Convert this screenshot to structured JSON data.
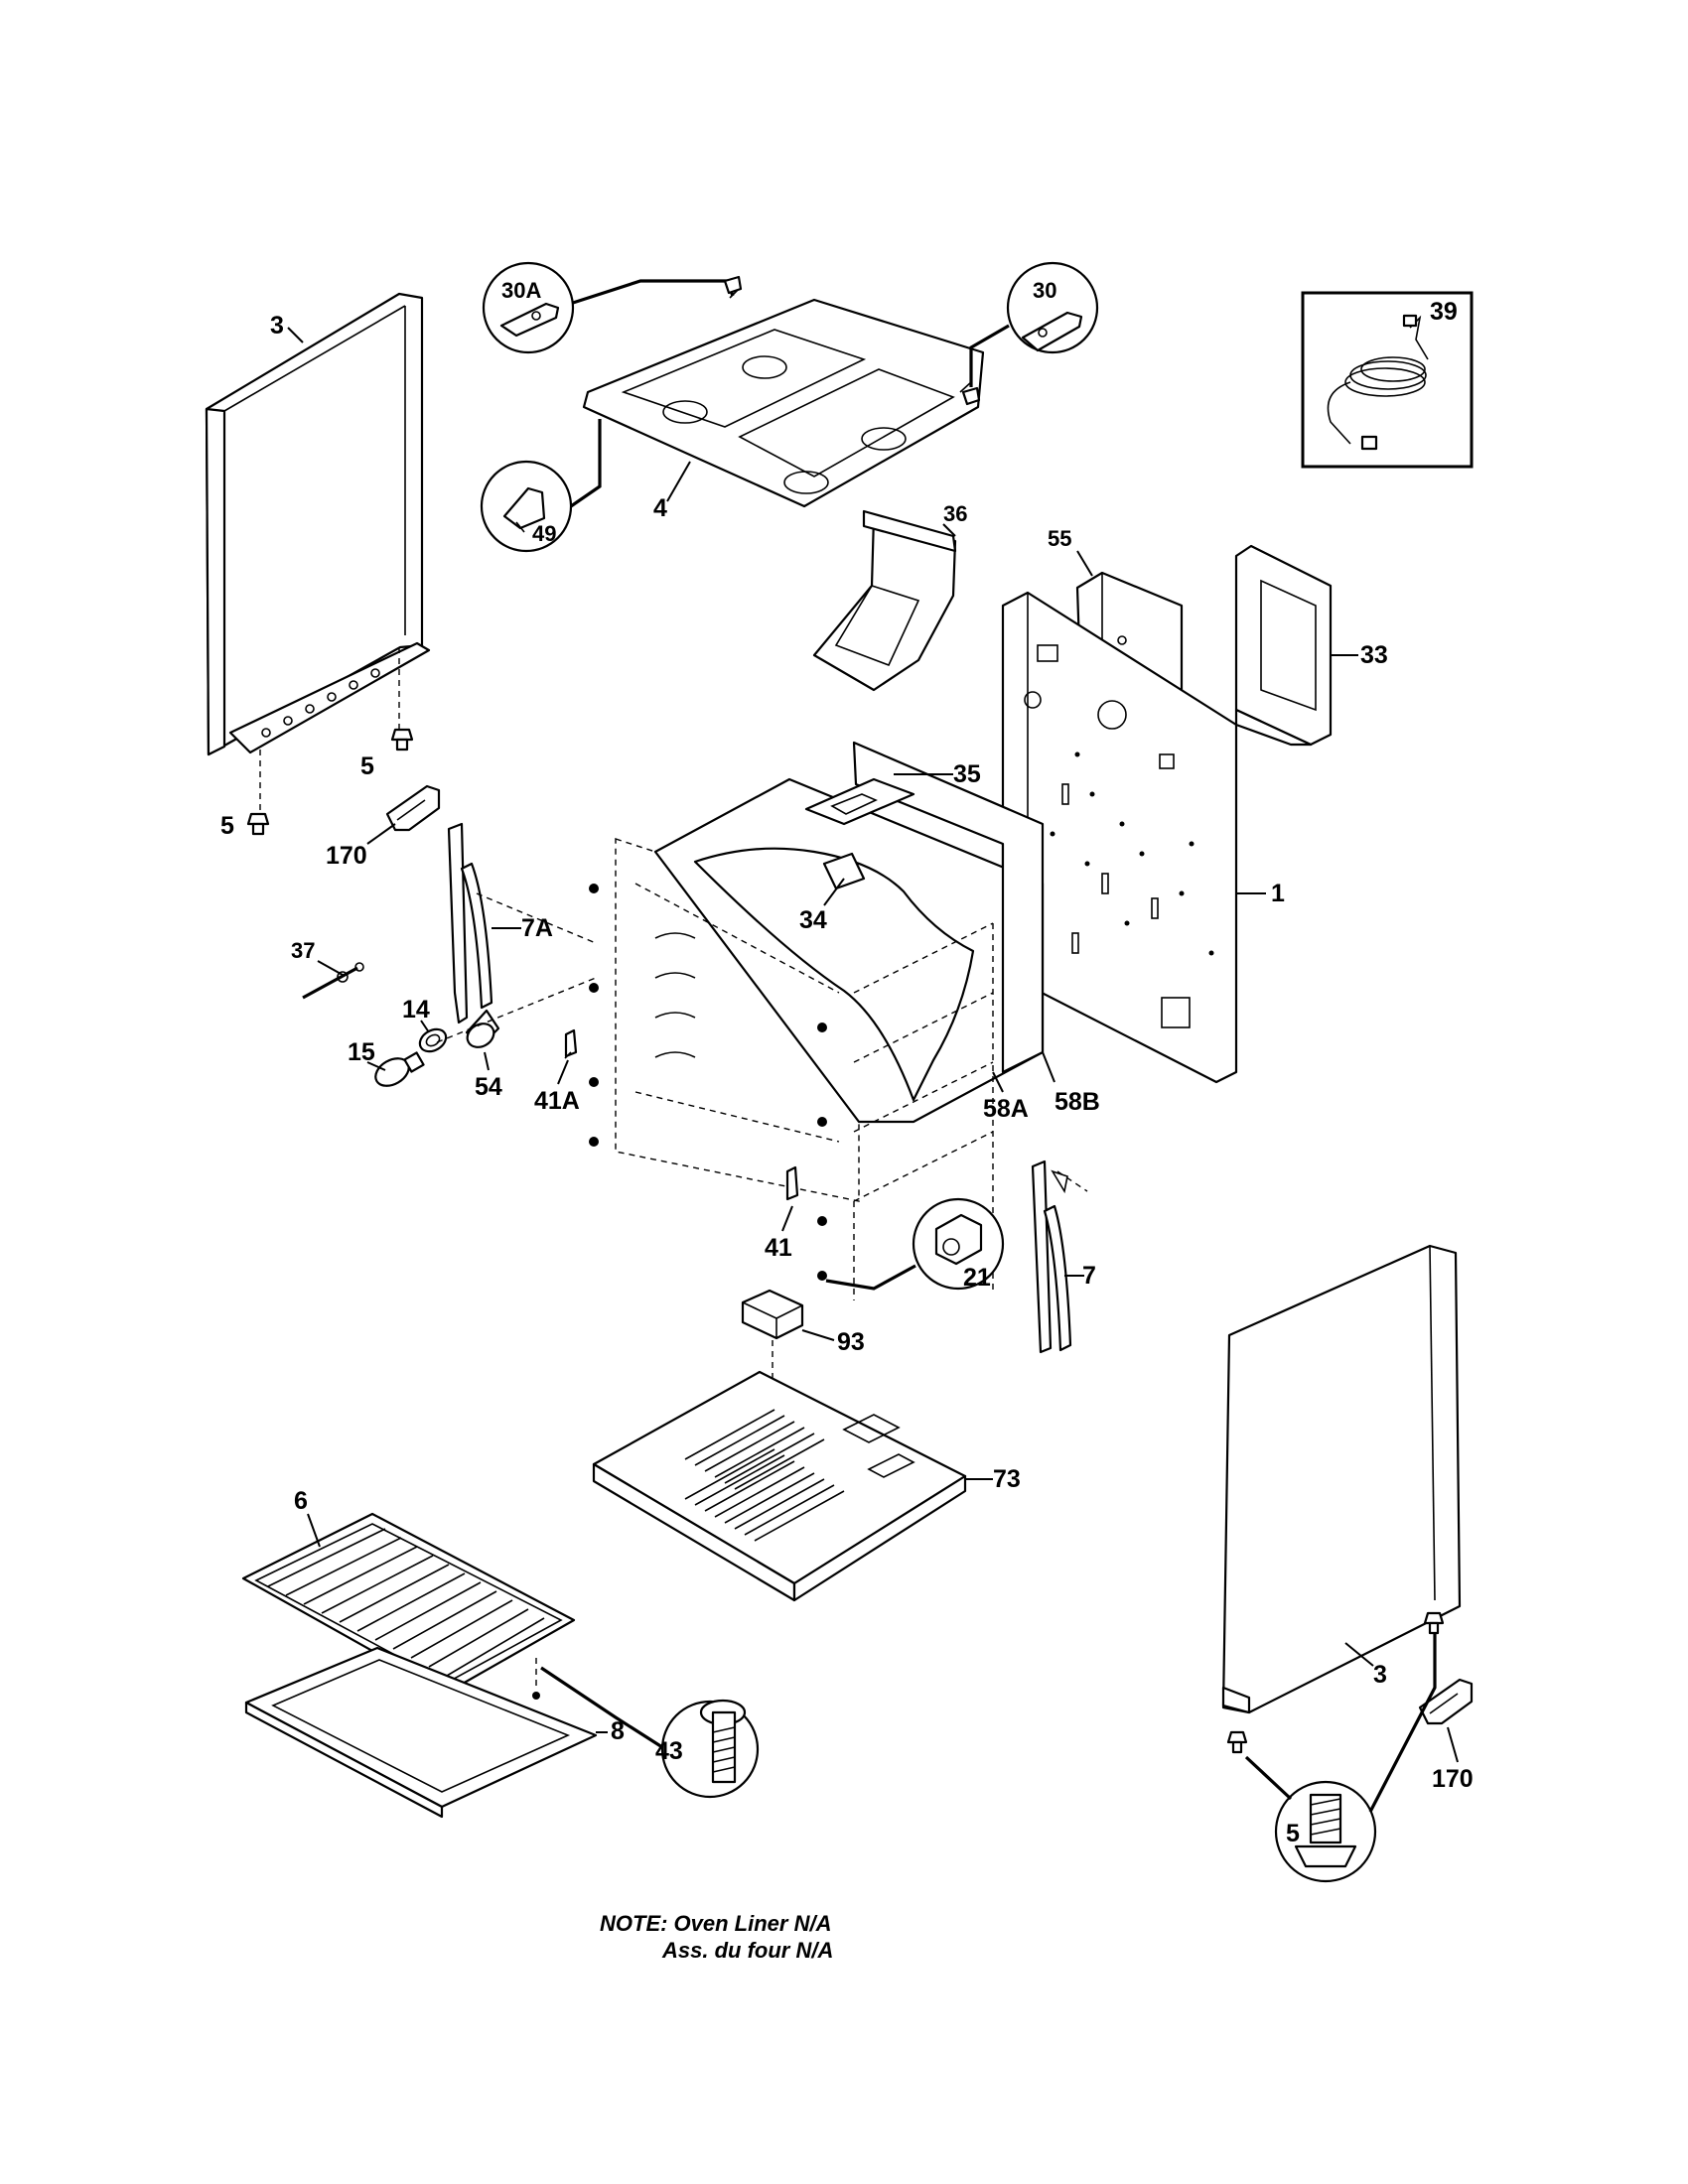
{
  "labels": {
    "p3_left": "3",
    "p30A": "30A",
    "p30": "30",
    "p39": "39",
    "p49": "49",
    "p4": "4",
    "p36": "36",
    "p55": "55",
    "p33": "33",
    "p5_a": "5",
    "p5_b": "5",
    "p170_left": "170",
    "p35": "35",
    "p34": "34",
    "p7A": "7A",
    "p1": "1",
    "p37": "37",
    "p14": "14",
    "p15": "15",
    "p54": "54",
    "p41A": "41A",
    "p58A": "58A",
    "p58B": "58B",
    "p41": "41",
    "p21": "21",
    "p7": "7",
    "p93": "93",
    "p73": "73",
    "p6": "6",
    "p43": "43",
    "p8": "8",
    "p3_right": "3",
    "p170_right": "170",
    "p5_circle": "5"
  },
  "note": {
    "line1": "NOTE: Oven Liner N/A",
    "line2": "Ass. du four N/A"
  }
}
